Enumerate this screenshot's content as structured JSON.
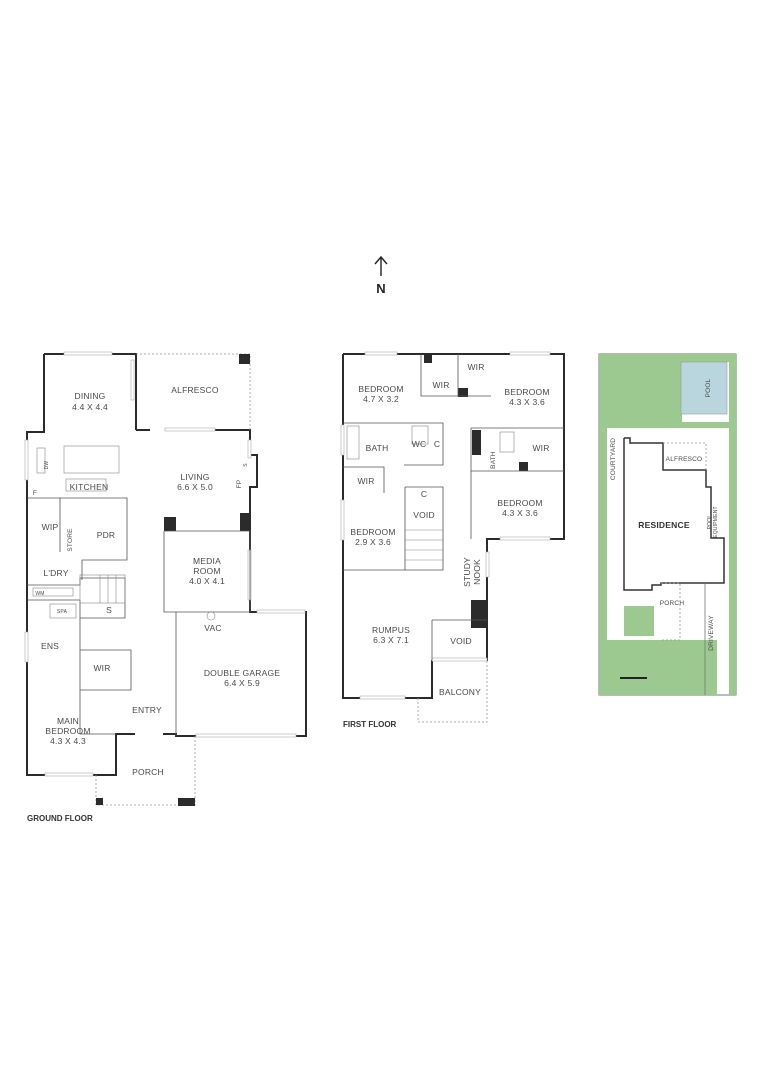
{
  "compass": {
    "label": "N"
  },
  "ground_floor": {
    "title": "GROUND FLOOR",
    "rooms": {
      "dining": {
        "name": "DINING",
        "size": "4.4 X 4.4"
      },
      "alfresco": {
        "name": "ALFRESCO"
      },
      "kitchen": {
        "name": "KITCHEN"
      },
      "living": {
        "name": "LIVING",
        "size": "6.6 X 5.0"
      },
      "wip": {
        "name": "WIP"
      },
      "store": {
        "name": "STORE"
      },
      "pdr": {
        "name": "PDR"
      },
      "ldry": {
        "name": "L'DRY"
      },
      "media": {
        "name1": "MEDIA",
        "name2": "ROOM",
        "size": "4.0 X 4.1"
      },
      "ens": {
        "name": "ENS"
      },
      "wir": {
        "name": "WIR"
      },
      "garage": {
        "name": "DOUBLE GARAGE",
        "size": "6.4 X 5.9"
      },
      "entry": {
        "name": "ENTRY"
      },
      "main_bedroom": {
        "name1": "MAIN",
        "name2": "BEDROOM",
        "size": "4.3 X 4.3"
      },
      "porch": {
        "name": "PORCH"
      }
    },
    "annotations": {
      "dw": "DW",
      "f": "F",
      "fp": "FP",
      "s_fp": "S",
      "wm": "WM",
      "spa": "SPA",
      "s_stair": "S",
      "vac": "VAC"
    }
  },
  "first_floor": {
    "title": "FIRST FLOOR",
    "rooms": {
      "bed1": {
        "name": "BEDROOM",
        "size": "4.7 X 3.2"
      },
      "wir1": {
        "name": "WIR"
      },
      "wir2": {
        "name": "WIR"
      },
      "bed2": {
        "name": "BEDROOM",
        "size": "4.3 X 3.6"
      },
      "bath1": {
        "name": "BATH"
      },
      "wc": {
        "name": "WC"
      },
      "c1": {
        "name": "C"
      },
      "bath2": {
        "name": "BATH"
      },
      "wir3": {
        "name": "WIR"
      },
      "wir4": {
        "name": "WIR"
      },
      "c2": {
        "name": "C"
      },
      "void1": {
        "name": "VOID"
      },
      "bed3": {
        "name": "BEDROOM",
        "size": "4.3 X 3.6"
      },
      "bed4": {
        "name": "BEDROOM",
        "size": "2.9 X 3.6"
      },
      "study": {
        "name1": "STUDY",
        "name2": "NOOK"
      },
      "rumpus": {
        "name": "RUMPUS",
        "size": "6.3 X 7.1"
      },
      "void2": {
        "name": "VOID"
      },
      "balcony": {
        "name": "BALCONY"
      }
    }
  },
  "site_plan": {
    "labels": {
      "pool": "POOL",
      "courtyard": "COURTYARD",
      "alfresco": "ALFRESCO",
      "residence": "RESIDENCE",
      "pool_equipment_1": "POOL",
      "pool_equipment_2": "EQUIPMENT",
      "porch": "PORCH",
      "driveway": "DRIVEWAY"
    },
    "colors": {
      "grass": "#9bc98f",
      "pool": "#b9d6df"
    }
  }
}
